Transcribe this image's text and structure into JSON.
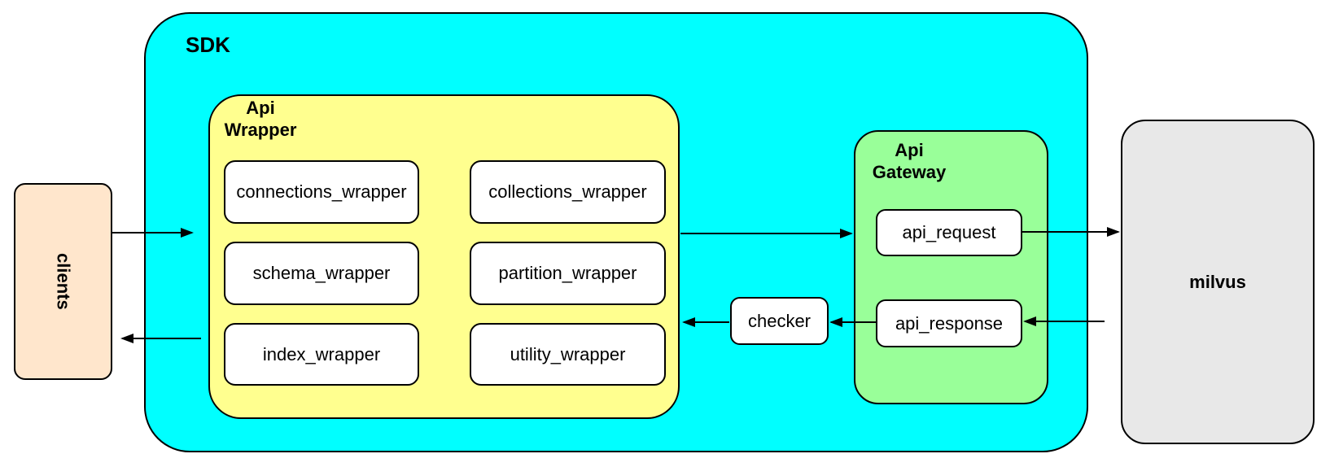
{
  "diagram": {
    "clients": {
      "label": "clients"
    },
    "sdk": {
      "label": "SDK"
    },
    "api_wrapper": {
      "label_line1": "Api",
      "label_line2": "Wrapper",
      "modules": [
        "connections_wrapper",
        "collections_wrapper",
        "schema_wrapper",
        "partition_wrapper",
        "index_wrapper",
        "utility_wrapper"
      ]
    },
    "checker": {
      "label": "checker"
    },
    "api_gateway": {
      "label_line1": "Api",
      "label_line2": "Gateway",
      "modules": [
        "api_request",
        "api_response"
      ]
    },
    "milvus": {
      "label": "milvus"
    },
    "flows": [
      {
        "from": "clients",
        "to": "sdk.api_wrapper",
        "direction": "right"
      },
      {
        "from": "sdk.api_wrapper",
        "to": "api_gateway.api_request",
        "direction": "right"
      },
      {
        "from": "api_gateway.api_request",
        "to": "milvus",
        "direction": "right"
      },
      {
        "from": "milvus",
        "to": "api_gateway.api_response",
        "direction": "left"
      },
      {
        "from": "api_gateway.api_response",
        "to": "checker",
        "direction": "left"
      },
      {
        "from": "checker",
        "to": "sdk.api_wrapper",
        "direction": "left"
      },
      {
        "from": "sdk.api_wrapper",
        "to": "clients",
        "direction": "left"
      }
    ],
    "colors": {
      "sdk": "#00FFFF",
      "api_wrapper": "#FFFF8F",
      "api_gateway": "#99FF99",
      "clients": "#FFE6CC",
      "milvus": "#E8E8E8",
      "node": "#FFFFFF",
      "border": "#000000"
    }
  }
}
